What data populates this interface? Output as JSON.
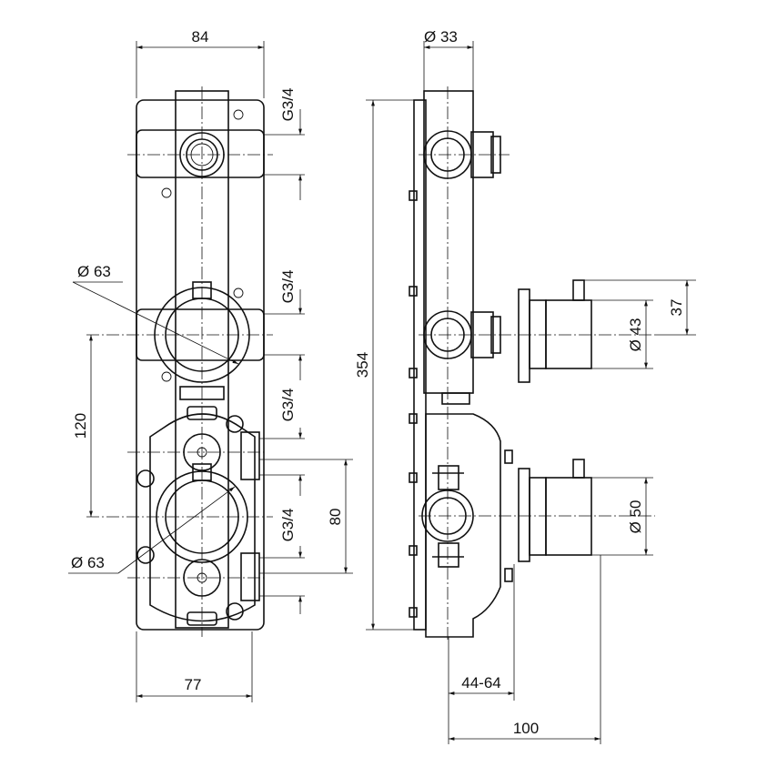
{
  "drawing": {
    "front_view": {
      "width_top": "84",
      "width_bottom": "77",
      "thread_labels": [
        "G3/4",
        "G3/4",
        "G3/4",
        "G3/4"
      ],
      "upper_valve_diameter": "Ø 63",
      "lower_valve_diameter": "Ø 63",
      "valve_spacing": "120",
      "outlet_spacing": "80"
    },
    "side_view": {
      "pipe_diameter": "Ø 33",
      "total_height": "354",
      "handle_offset": "37",
      "upper_handle_diameter": "Ø 43",
      "lower_handle_diameter": "Ø 50",
      "wall_depth_range": "44-64",
      "total_depth": "100"
    }
  }
}
